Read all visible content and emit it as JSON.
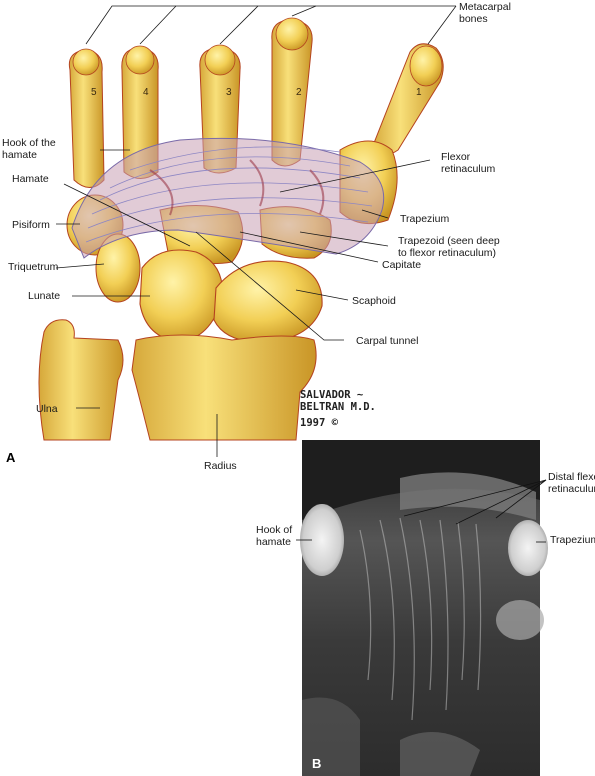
{
  "panel_a": {
    "label": "A",
    "labels": {
      "metacarpal": "Metacarpal bones",
      "hook_hamate": "Hook of the hamate",
      "flexor_ret": "Flexor retinaculum",
      "hamate": "Hamate",
      "pisiform": "Pisiform",
      "trapezium": "Trapezium",
      "trapezoid": "Trapezoid (seen deep to flexor retinaculum)",
      "triquetrum": "Triquetrum",
      "capitate": "Capitate",
      "lunate": "Lunate",
      "scaphoid": "Scaphoid",
      "carpal_tunnel": "Carpal tunnel",
      "ulna": "Ulna",
      "radius": "Radius"
    },
    "digits": [
      "5",
      "4",
      "3",
      "2",
      "1"
    ],
    "signature": [
      "SALVADOR ~",
      "BELTRAN M.D.",
      "1997 ©"
    ]
  },
  "panel_b": {
    "label": "B",
    "labels": {
      "distal_flexor": "Distal flexor retinaculum",
      "hook_hamate": "Hook of hamate",
      "trapezium": "Trapezium"
    }
  }
}
